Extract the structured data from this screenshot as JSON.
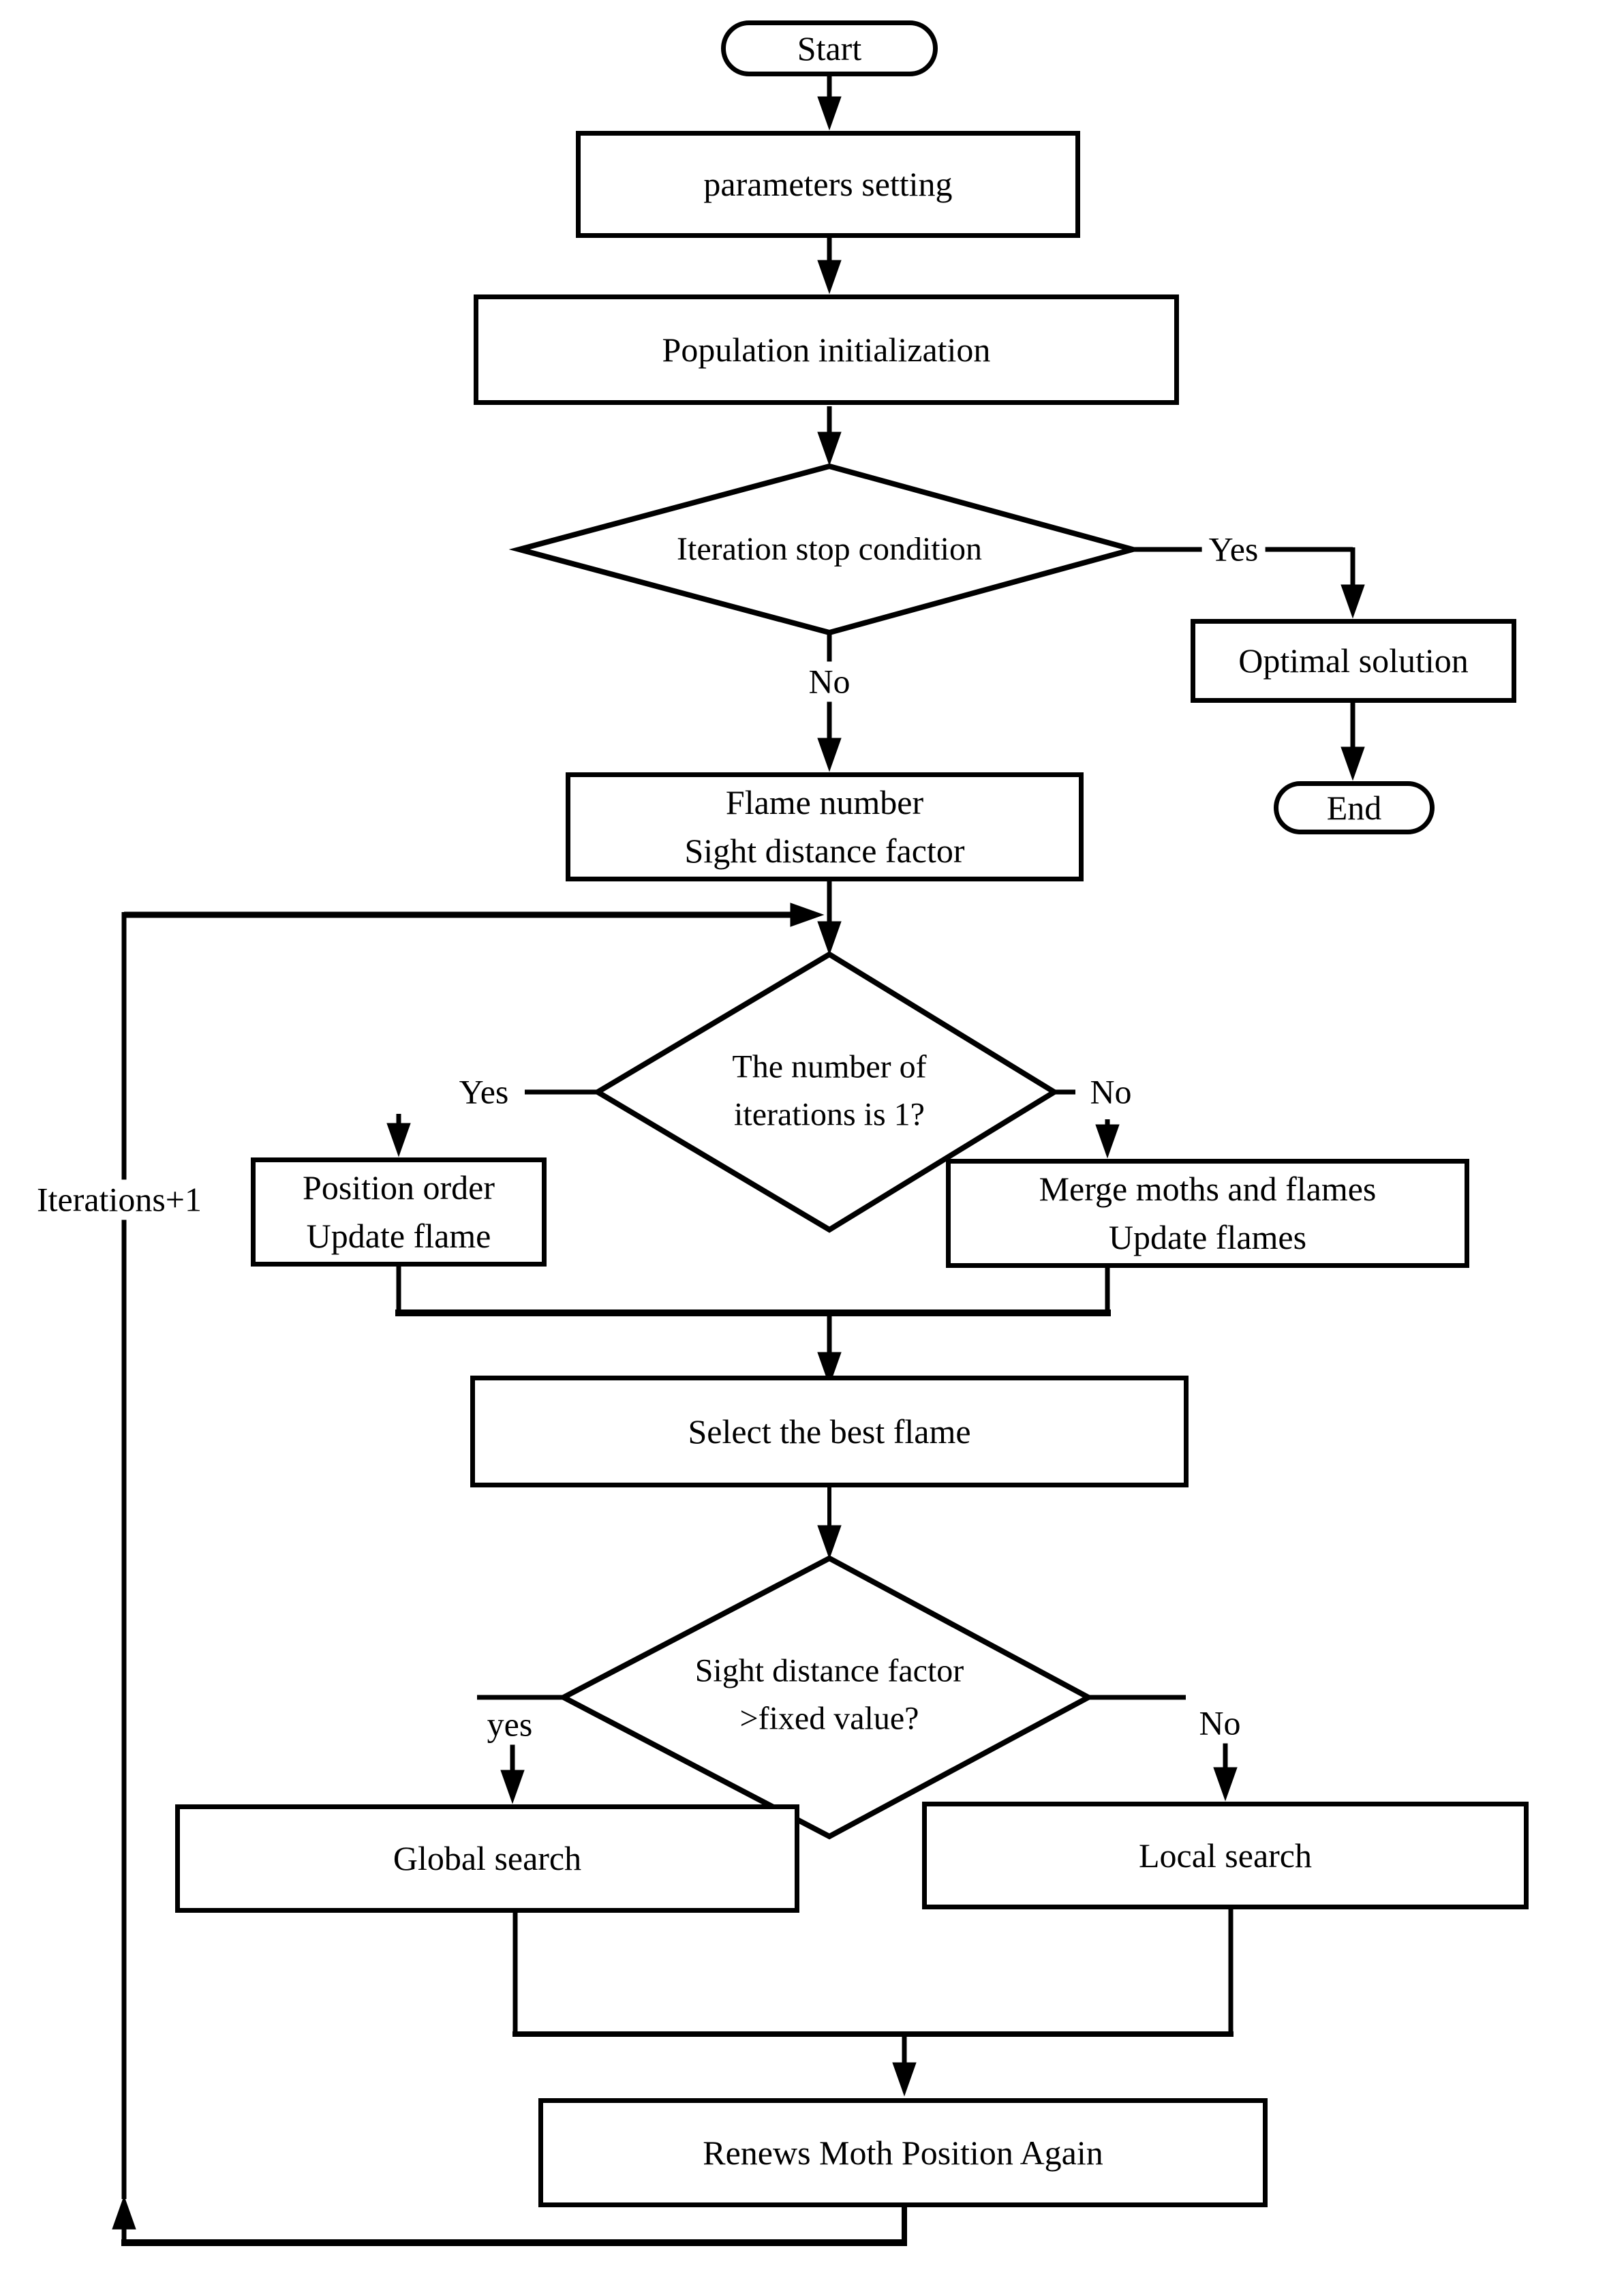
{
  "figure": {
    "kind": "flowchart",
    "ink_color": "#000000",
    "background_color": "#ffffff"
  },
  "nodes": {
    "start": {
      "shape": "terminator",
      "label": "Start"
    },
    "params": {
      "shape": "process",
      "label": "parameters setting"
    },
    "popinit": {
      "shape": "process",
      "label": "Population initialization"
    },
    "iter_stop": {
      "shape": "decision",
      "label": "Iteration stop condition"
    },
    "optimal": {
      "shape": "process",
      "label": "Optimal solution"
    },
    "end": {
      "shape": "terminator",
      "label": "End"
    },
    "flame": {
      "shape": "process",
      "line1": "Flame number",
      "line2": "Sight distance factor"
    },
    "iter1": {
      "shape": "decision",
      "line1": "The number of",
      "line2": "iterations is 1?"
    },
    "position_order": {
      "shape": "process",
      "line1": "Position order",
      "line2": "Update flame"
    },
    "merge_moths": {
      "shape": "process",
      "line1": "Merge moths and flames",
      "line2": "Update flames"
    },
    "select_flame": {
      "shape": "process",
      "label": "Select the best flame"
    },
    "sight": {
      "shape": "decision",
      "line1": "Sight distance factor",
      "line2": ">fixed value?"
    },
    "global_search": {
      "shape": "process",
      "label": "Global search"
    },
    "local_search": {
      "shape": "process",
      "label": "Local search"
    },
    "renews": {
      "shape": "process",
      "label": "Renews Moth Position Again"
    }
  },
  "edge_labels": {
    "yes1": "Yes",
    "no1": "No",
    "yes2": "Yes",
    "no2": "No",
    "yes3": "yes",
    "no3": "No",
    "loop": "Iterations+1"
  }
}
